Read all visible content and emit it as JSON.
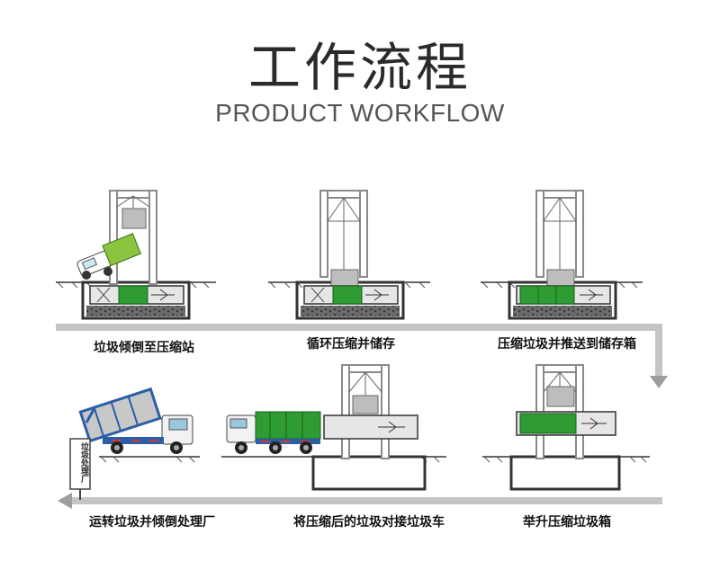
{
  "header": {
    "title": "工作流程",
    "subtitle": "PRODUCT WORKFLOW"
  },
  "facility_label": "垃圾处理厂",
  "steps": [
    {
      "label": "垃圾倾倒至压缩站"
    },
    {
      "label": "循环压缩并储存"
    },
    {
      "label": "压缩垃圾并推送到储存箱"
    },
    {
      "label": "举升压缩垃圾箱"
    },
    {
      "label": "将压缩后的垃圾对接垃圾车"
    },
    {
      "label": "运转垃圾并倾倒处理厂"
    }
  ],
  "colors": {
    "frame": "#9a9a9a",
    "frame_light": "#c8c8c8",
    "pit": "#3b3b3b",
    "compress_green": "#2e9b33",
    "truck_blue": "#2c5ea8",
    "truck_red": "#d23a2a",
    "arrow": "#b5b5b5"
  }
}
